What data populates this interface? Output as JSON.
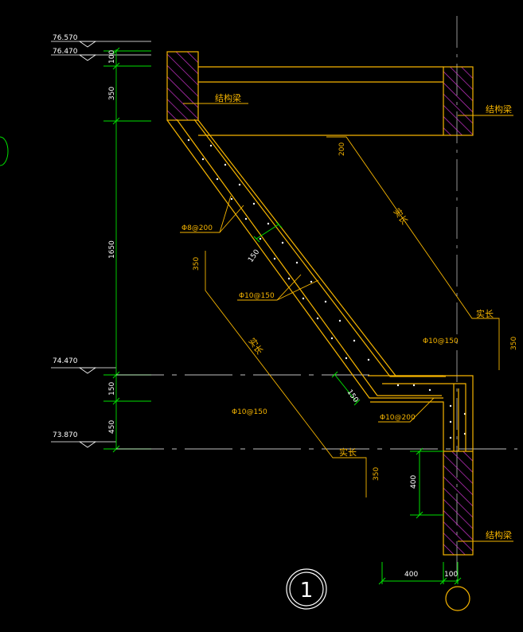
{
  "colors": {
    "background": "#000000",
    "outline": "#f5b400",
    "dimension": "#00e000",
    "hatch": "#cc33cc",
    "level": "#ffffff",
    "axis": "#bbbbbb"
  },
  "levels": [
    "76.570",
    "76.470",
    "74.470",
    "73.870"
  ],
  "dimensions": {
    "left": [
      "100",
      "350",
      "1650",
      "150",
      "450"
    ],
    "diagonal_1": "150",
    "diagonal_2": "150",
    "vertical_right": "400",
    "bottom_1": "400",
    "bottom_2": "100"
  },
  "labels": {
    "beam_top_left": "结构梁",
    "beam_top_right": "结构梁",
    "beam_bottom": "结构梁",
    "rebar_1": "Φ8@200",
    "rebar_2": "Φ10@150",
    "rebar_3": "Φ10@150",
    "rebar_4": "Φ10@150",
    "rebar_5": "Φ10@200",
    "length_1": "实长",
    "length_2": "实长",
    "length_3": "实长",
    "length_4": "实长",
    "side_1": "200",
    "side_2": "350",
    "side_3": "350",
    "side_4": "350"
  },
  "detail_number": "1"
}
